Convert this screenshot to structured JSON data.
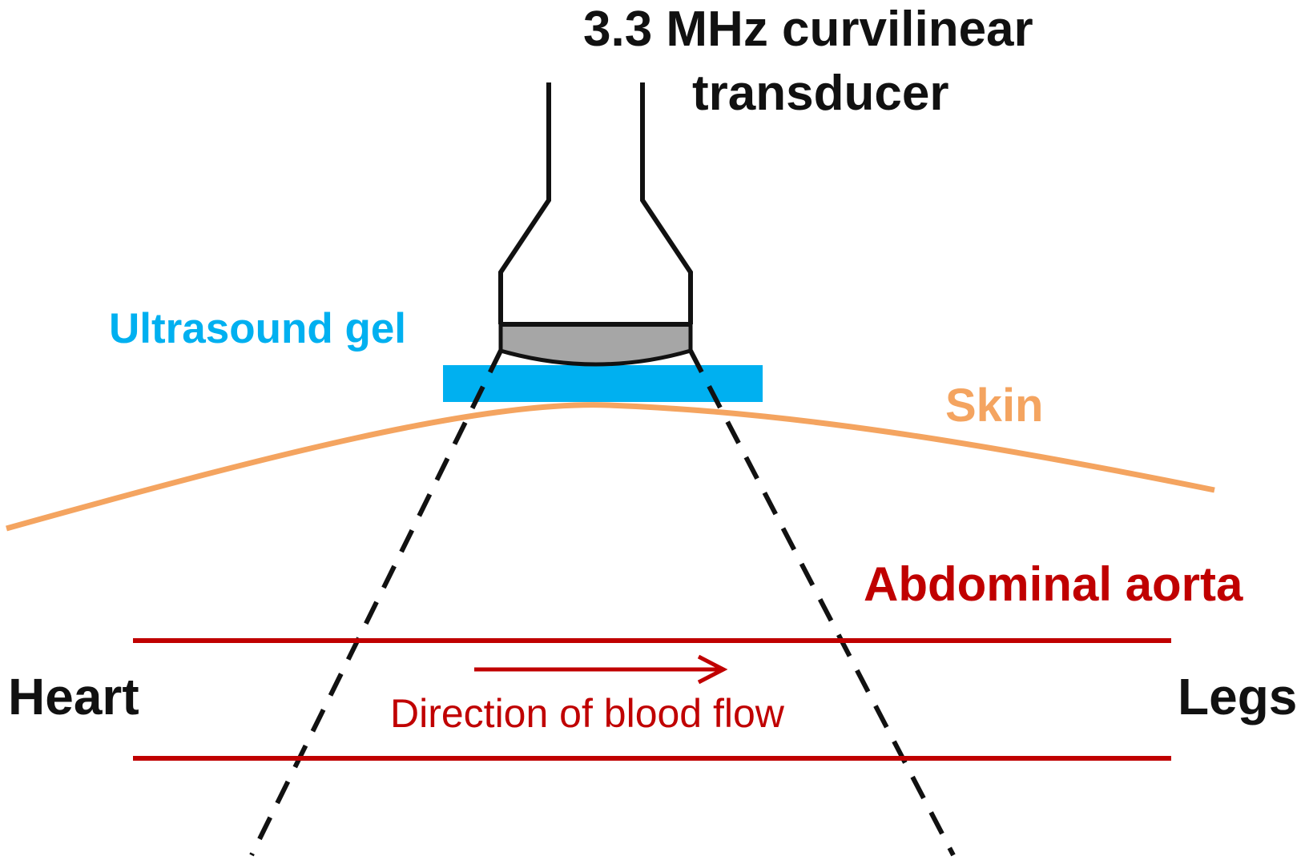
{
  "title_lines": [
    "3.3 MHz curvilinear",
    "transducer"
  ],
  "labels": {
    "gel": "Ultrasound gel",
    "skin": "Skin",
    "aorta": "Abdominal aorta",
    "heart": "Heart",
    "legs": "Legs",
    "flow": "Direction of blood flow"
  },
  "colors": {
    "outline": "#111111",
    "lens": "#a6a6a6",
    "gel": "#00b0f0",
    "skin": "#f4a460",
    "aorta": "#c00000"
  }
}
